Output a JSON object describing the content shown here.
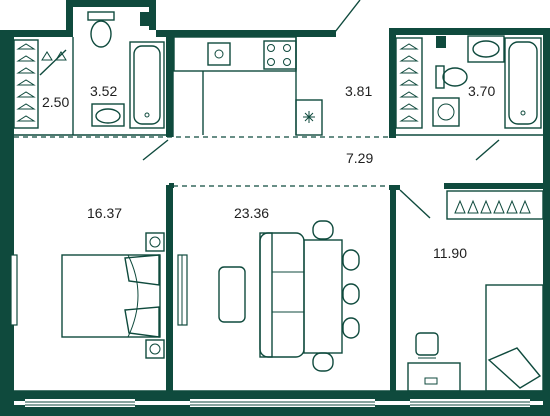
{
  "floorplan": {
    "colors": {
      "wall": "#0f4a3d",
      "background": "#ffffff",
      "label": "#1f1f1f"
    },
    "rooms": [
      {
        "id": "wardrobe_left",
        "area": "2.50"
      },
      {
        "id": "bathroom_left",
        "area": "3.52"
      },
      {
        "id": "kitchen",
        "area": "3.81"
      },
      {
        "id": "bathroom_right",
        "area": "3.70"
      },
      {
        "id": "hallway",
        "area": "7.29"
      },
      {
        "id": "bedroom",
        "area": "16.37"
      },
      {
        "id": "living_room",
        "area": "23.36"
      },
      {
        "id": "kids_room",
        "area": "11.90"
      }
    ],
    "icons": [
      "hanger-icon",
      "toilet-icon",
      "bathtub-icon",
      "sink-icon",
      "stove-icon",
      "fridge-icon",
      "washing-machine-icon",
      "double-bed-icon",
      "single-bed-icon",
      "sofa-icon",
      "dining-table-icon",
      "desk-icon",
      "chair-icon",
      "bedside-lamp-icon",
      "window-icon"
    ]
  }
}
